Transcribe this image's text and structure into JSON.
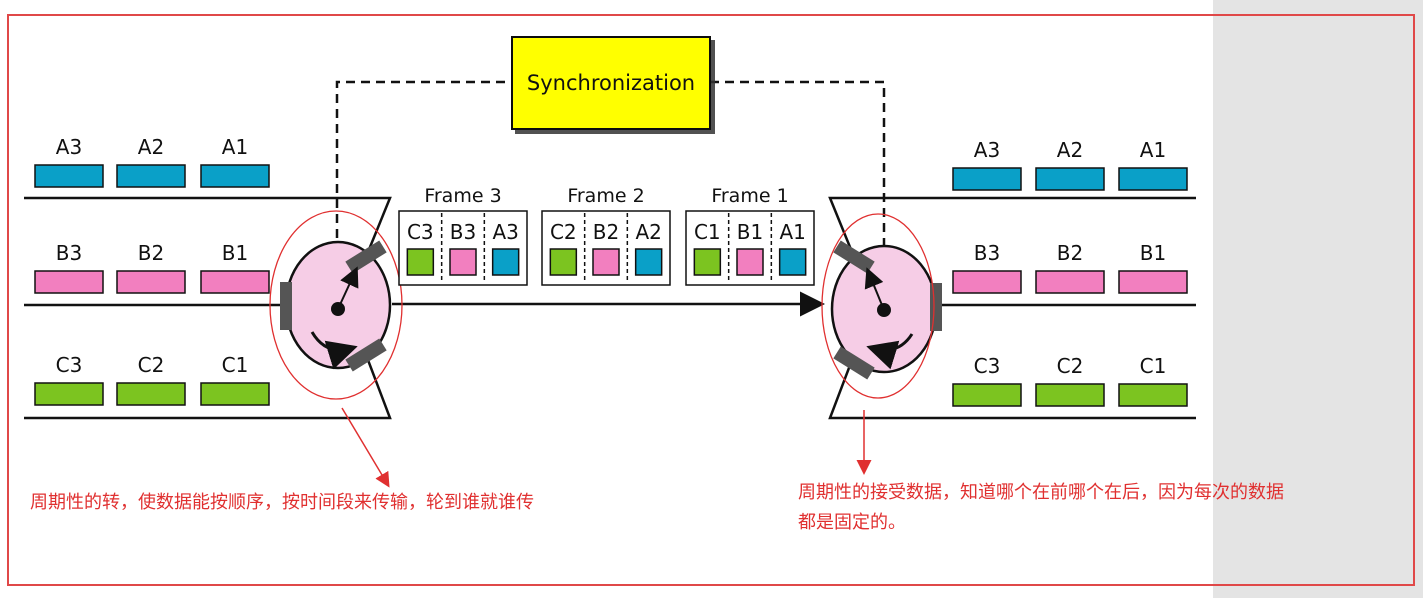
{
  "sync_label": "Synchronization",
  "colors": {
    "A": "#0aa0c8",
    "B": "#f27fbf",
    "C": "#7cc420",
    "sync_fill": "#ffff00",
    "rotor_fill": "#f6cde6",
    "annotation": "#e03030"
  },
  "sources": {
    "A": [
      "A3",
      "A2",
      "A1"
    ],
    "B": [
      "B3",
      "B2",
      "B1"
    ],
    "C": [
      "C3",
      "C2",
      "C1"
    ]
  },
  "destinations": {
    "A": [
      "A3",
      "A2",
      "A1"
    ],
    "B": [
      "B3",
      "B2",
      "B1"
    ],
    "C": [
      "C3",
      "C2",
      "C1"
    ]
  },
  "frames": [
    {
      "label": "Frame 3",
      "slots": [
        "C3",
        "B3",
        "A3"
      ]
    },
    {
      "label": "Frame 2",
      "slots": [
        "C2",
        "B2",
        "A2"
      ]
    },
    {
      "label": "Frame 1",
      "slots": [
        "C1",
        "B1",
        "A1"
      ]
    }
  ],
  "annotations": {
    "left": "周期性的转，使数据能按顺序，按时间段来传输，轮到谁就谁传",
    "right_line1": "周期性的接受数据，知道哪个在前哪个在后，因为每次的数据",
    "right_line2": "都是固定的。"
  }
}
